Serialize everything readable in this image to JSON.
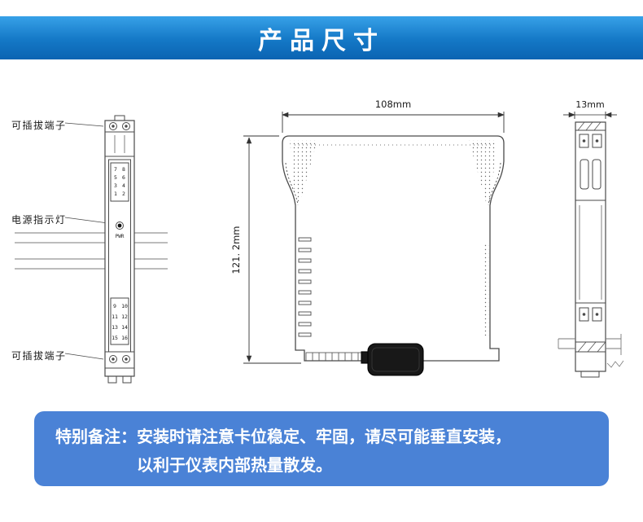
{
  "header": {
    "title": "产品尺寸"
  },
  "front_view": {
    "label_top": "可插拔端子",
    "label_power": "电源指示灯",
    "label_bottom": "可插拔端子",
    "top_rows": [
      [
        "7",
        "8"
      ],
      [
        "5",
        "6"
      ],
      [
        "3",
        "4"
      ],
      [
        "1",
        "2"
      ]
    ],
    "pwr_label": "PWR",
    "bottom_rows": [
      [
        "9",
        "10"
      ],
      [
        "11",
        "12"
      ],
      [
        "13",
        "14"
      ],
      [
        "15",
        "16"
      ]
    ]
  },
  "dimensions": {
    "width": "108mm",
    "height": "121. 2mm",
    "depth": "13mm"
  },
  "note": {
    "label": "特别备注：",
    "line1": "安装时请注意卡位稳定、牢固，请尽可能垂直安装，",
    "line2": "以利于仪表内部热量散发。"
  },
  "colors": {
    "header_gradient_top": "#37a1e8",
    "header_gradient_bottom": "#0b63b2",
    "note_background": "#4a82d6",
    "drawing_line": "#4a4a4a"
  }
}
